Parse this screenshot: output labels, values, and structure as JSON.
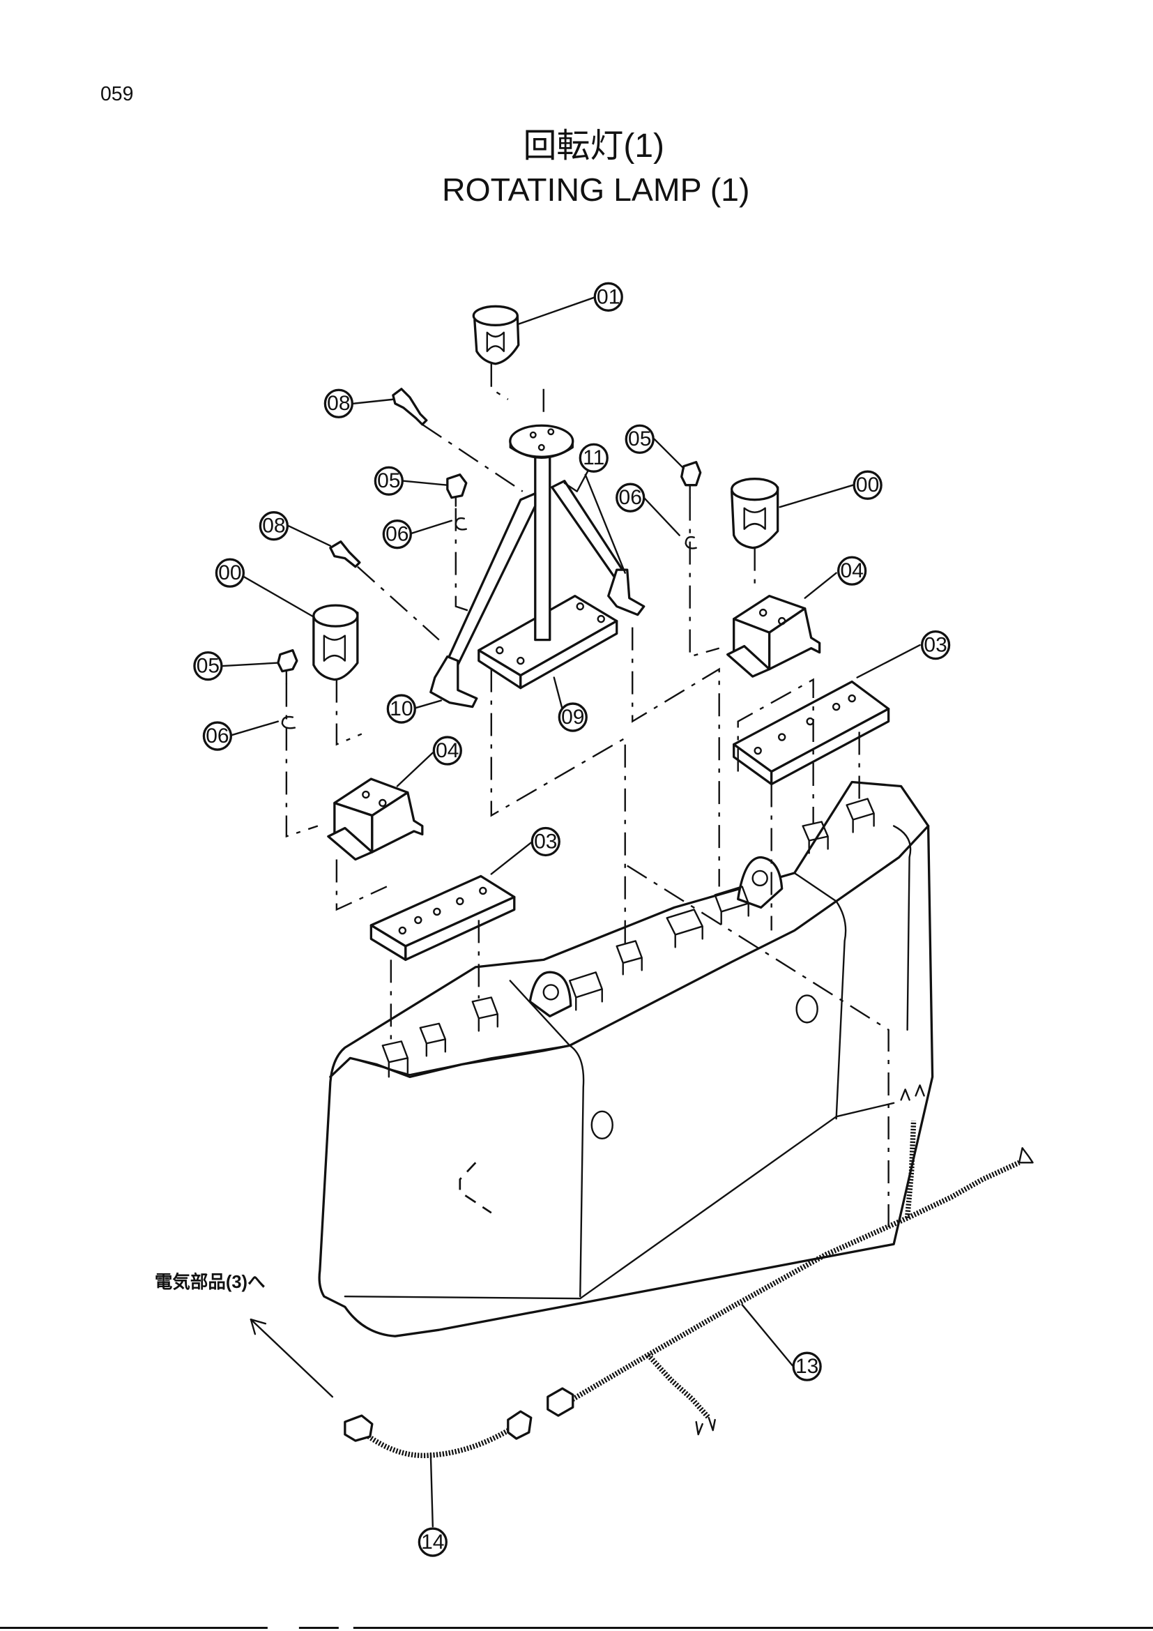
{
  "page": {
    "number": "059",
    "title_jp": "回転灯(1)",
    "title_en": "ROTATING LAMP (1)"
  },
  "callouts": {
    "c01": "01",
    "c00a": "00",
    "c00b": "00",
    "c03a": "03",
    "c03b": "03",
    "c04a": "04",
    "c04b": "04",
    "c05a": "05",
    "c05b": "05",
    "c05c": "05",
    "c06a": "06",
    "c06b": "06",
    "c06c": "06",
    "c08a": "08",
    "c08b": "08",
    "c09": "09",
    "c10": "10",
    "c11": "11",
    "c13": "13",
    "c14": "14"
  },
  "notes": {
    "reference": "電気部品(3)へ"
  }
}
